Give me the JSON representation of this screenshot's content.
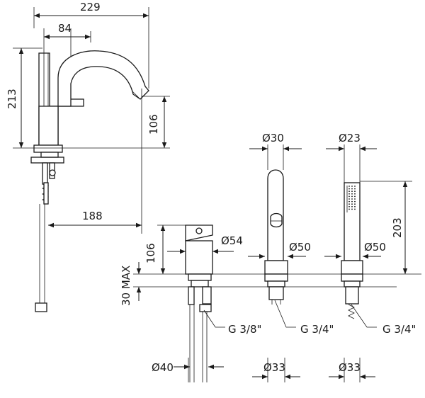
{
  "dimensions": {
    "total_width": "229",
    "spout_offset": "84",
    "height_total": "213",
    "spout_height": "106",
    "center_distance": "188",
    "handle_height": "106",
    "deck_thickness": "30 MAX",
    "handle_diameter": "Ø54",
    "diverter_diameter": "Ø30",
    "diverter_base": "Ø50",
    "shower_diameter": "Ø23",
    "shower_height": "203",
    "shower_base": "Ø50",
    "hole_1": "Ø40",
    "hole_2": "Ø33",
    "hole_3": "Ø33"
  },
  "threads": {
    "handle": "G 3/8\"",
    "diverter": "G 3/4\"",
    "shower": "G  3/4\""
  },
  "colors": {
    "line": "#1a1a1a",
    "background": "#ffffff"
  }
}
